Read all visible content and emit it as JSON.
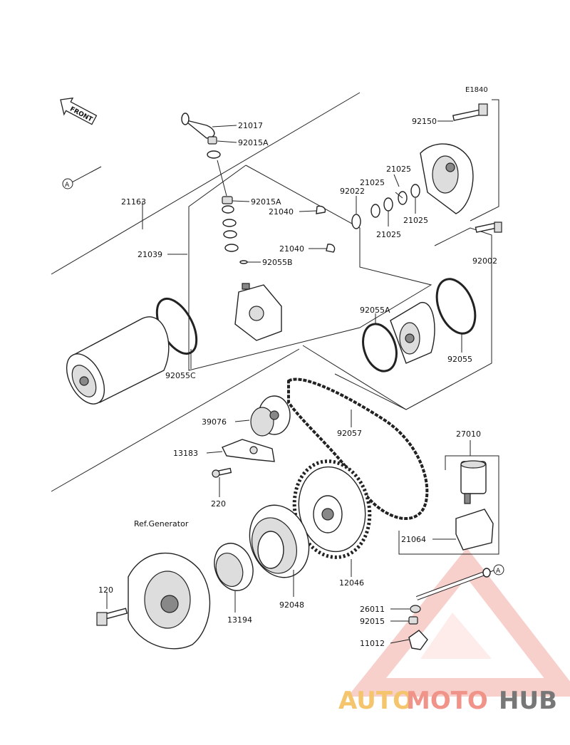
{
  "diagram_code": "E1840",
  "front_label": "FRONT",
  "ref_label": "A",
  "ref_generator": "Ref.Generator",
  "watermark": {
    "auto": "AUTO",
    "moto": "MOTO",
    "hub": "HUB"
  },
  "parts": {
    "p21017": "21017",
    "p92015A_top": "92015A",
    "p92015A_mid": "92015A",
    "p21163": "21163",
    "p21040_a": "21040",
    "p21040_b": "21040",
    "p92055B": "92055B",
    "p21039": "21039",
    "p92055C": "92055C",
    "p92150": "92150",
    "p21025_a": "21025",
    "p21025_b": "21025",
    "p21025_c": "21025",
    "p21025_d": "21025",
    "p92022": "92022",
    "p92002": "92002",
    "p92055A": "92055A",
    "p92055": "92055",
    "p39076": "39076",
    "p92057": "92057",
    "p13183": "13183",
    "p220": "220",
    "p27010": "27010",
    "p21064": "21064",
    "p12046": "12046",
    "p92048": "92048",
    "p13194": "13194",
    "p120": "120",
    "p26011": "26011",
    "p92015": "92015",
    "p11012": "11012"
  }
}
